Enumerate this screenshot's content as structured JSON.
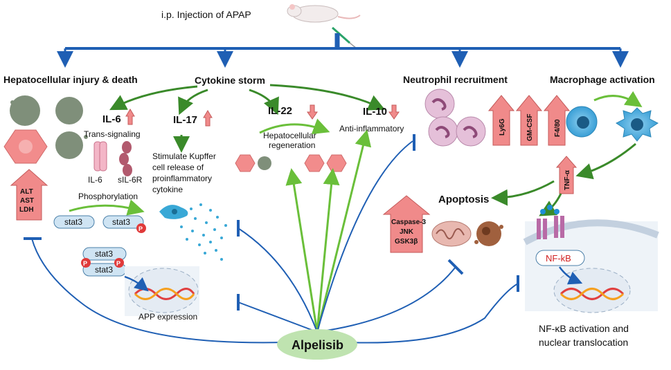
{
  "top": {
    "injection": "i.p. Injection of APAP"
  },
  "headers": {
    "hepatocellular": "Hepatocellular injury & death",
    "cytokine_storm": "Cytokine storm",
    "neutrophil": "Neutrophil recruitment",
    "macrophage": "Macrophage activation"
  },
  "cytokines": {
    "il6": "IL-6",
    "il17": "IL-17",
    "il22": "IL-22",
    "il10": "IL-10"
  },
  "labels": {
    "trans_signaling": "Trans-signaling",
    "il6_receptor": "IL-6",
    "sil6r": "sIL-6R",
    "phosphorylation": "Phosphorylation",
    "stat3": "stat3",
    "phospho": "P",
    "app_expression": "APP expression",
    "kupffer_lines": [
      "Stimulate Kupffer",
      "cell release of",
      "proinflammatory",
      "cytokine"
    ],
    "regeneration_lines": [
      "Hepatocellular",
      "regeneration"
    ],
    "anti_inflammatory": "Anti-inflammatory",
    "apoptosis": "Apoptosis",
    "nfkb": "NF-kB",
    "nfkb_caption": [
      "NF-κB activation and",
      "nuclear translocation"
    ],
    "alpelisib": "Alpelisib"
  },
  "markers": {
    "liver_enzymes": [
      "ALT",
      "AST",
      "LDH"
    ],
    "apoptosis_markers": [
      "Caspase-3",
      "JNK",
      "GSK3β"
    ],
    "neutrophil_markers": [
      "Ly6G",
      "GM-CSF",
      "F4/80"
    ],
    "tnf": "TNF-α"
  },
  "colors": {
    "blue": "#1f5fb4",
    "green": "#3a8a2a",
    "light_green": "#6abf3a",
    "pink": "#f08a8a",
    "pink_dark": "#c45a5a",
    "alpelisib_fill": "#bfe3b0"
  }
}
